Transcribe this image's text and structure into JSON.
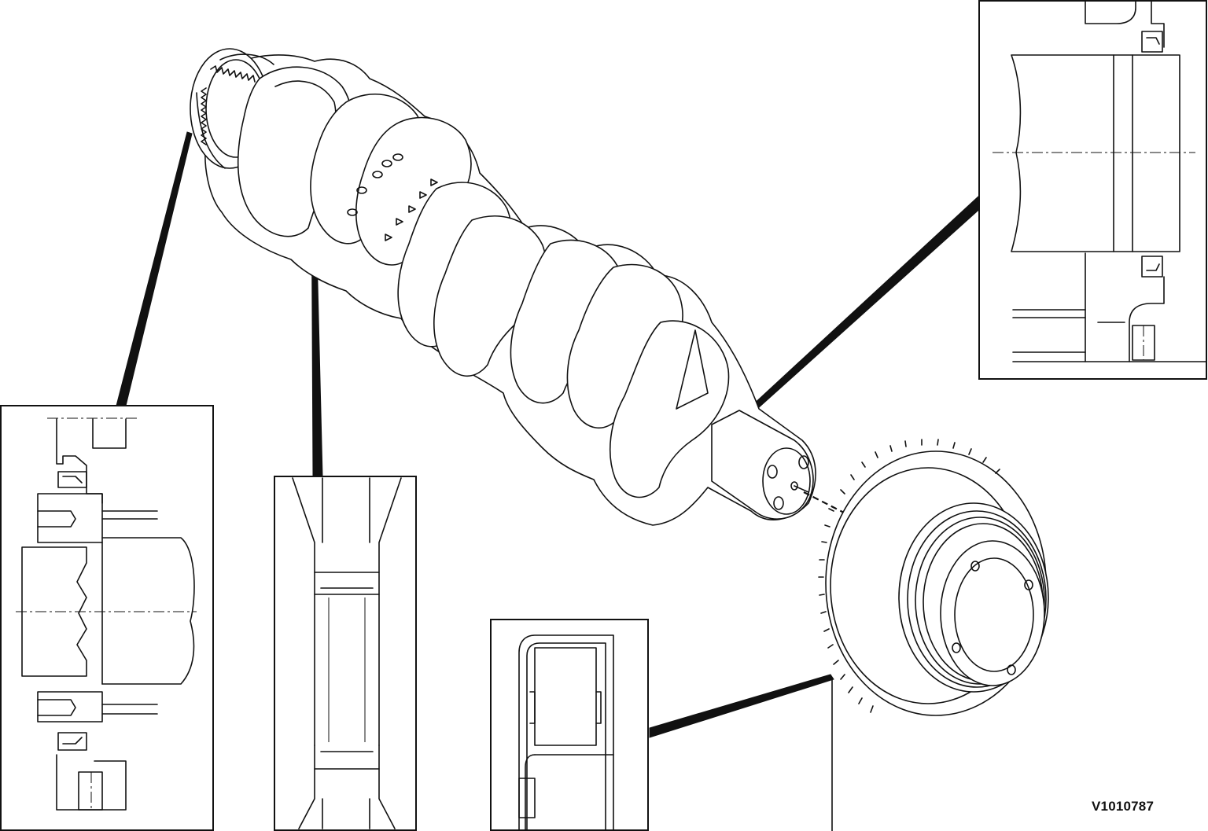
{
  "figure": {
    "reference_code": "V1010787"
  },
  "parts": [
    {
      "name": "crankshaft",
      "icon": "crankshaft-icon"
    },
    {
      "name": "timing-gear",
      "icon": "gear-icon"
    },
    {
      "name": "vibration-damper-pulley",
      "icon": "pulley-icon"
    },
    {
      "name": "rear-seal-detail",
      "icon": "seal-section-icon"
    },
    {
      "name": "main-bearing-detail",
      "icon": "bearing-section-icon"
    },
    {
      "name": "damper-section-detail",
      "icon": "damper-section-icon"
    },
    {
      "name": "front-seal-detail",
      "icon": "seal-section-icon"
    }
  ],
  "colors": {
    "line": "#111111",
    "background": "#ffffff"
  }
}
